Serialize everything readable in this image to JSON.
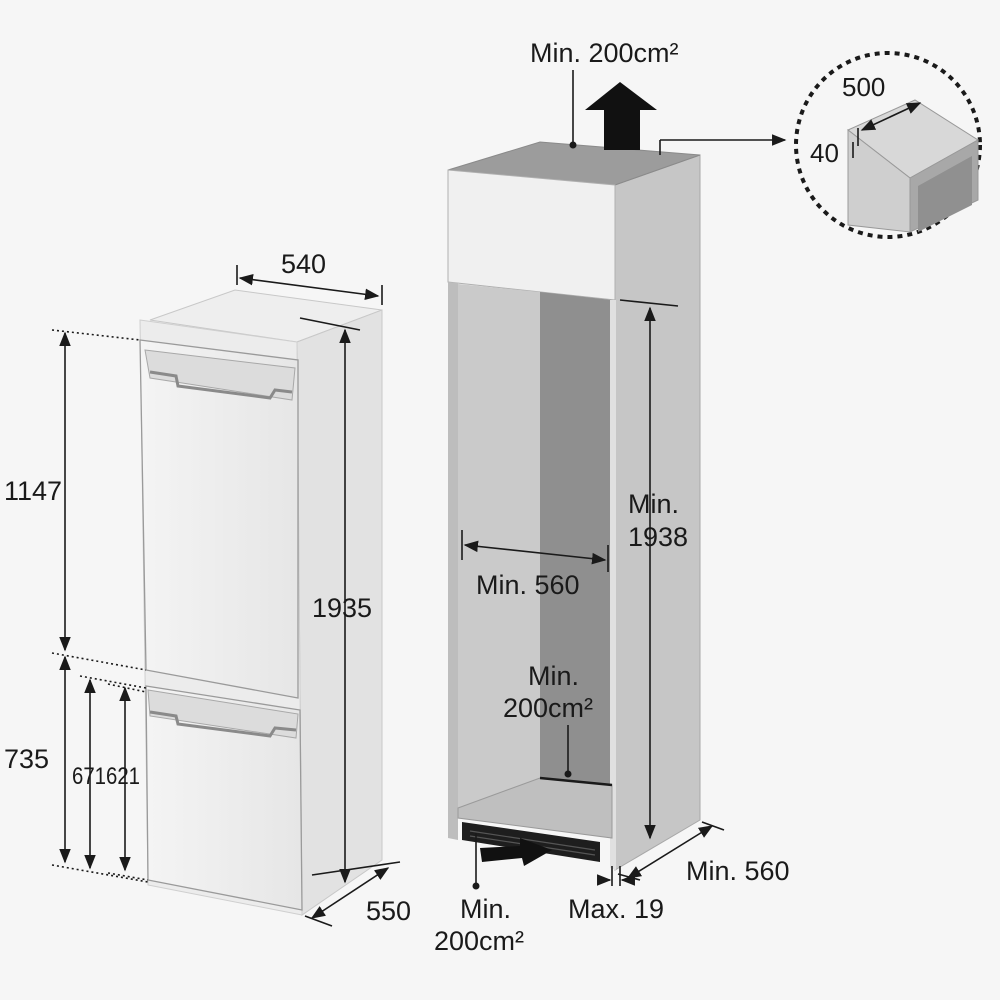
{
  "labels": {
    "top_vent": "Min. 200cm²",
    "fridge_width": "540",
    "upper_height": "1147",
    "fridge_height": "1935",
    "lower_height": "735",
    "h671": "671",
    "h621": "621",
    "fridge_depth": "550",
    "min_width": "Min. 560",
    "min_height_line1": "Min.",
    "min_height_line2": "1938",
    "rear_vent_line1": "Min.",
    "rear_vent_line2": "200cm²",
    "bottom_vent_line1": "Min.",
    "bottom_vent_line2": "200cm²",
    "max_gap": "Max. 19",
    "min_depth": "Min. 560",
    "detail_500": "500",
    "detail_40": "40"
  },
  "colors": {
    "background": "#f6f6f6",
    "line": "#1a1a1a",
    "cabinet_interior": "#8f8f8f"
  },
  "icons": [
    "airflow-up-arrow",
    "airflow-in-arrow"
  ]
}
